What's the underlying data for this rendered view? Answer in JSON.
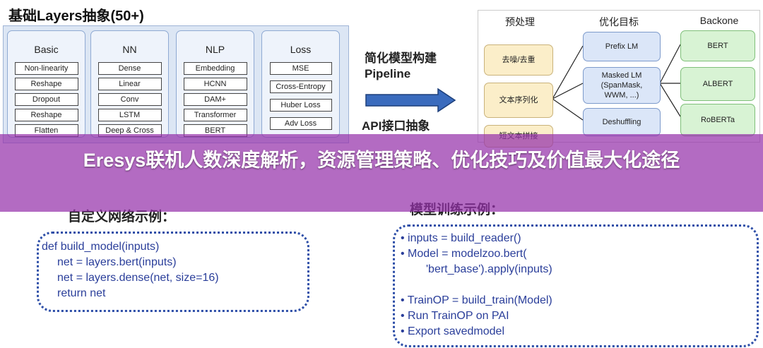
{
  "layers": {
    "title": "基础Layers抽象(50+)",
    "columns": [
      {
        "head": "Basic",
        "items": [
          "Non-linearity",
          "Reshape",
          "Dropout",
          "Reshape",
          "Flatten"
        ]
      },
      {
        "head": "NN",
        "items": [
          "Dense",
          "Linear",
          "Conv",
          "LSTM",
          "Deep & Cross"
        ]
      },
      {
        "head": "NLP",
        "items": [
          "Embedding",
          "HCNN",
          "DAM+",
          "Transformer",
          "BERT"
        ]
      },
      {
        "head": "Loss",
        "items": [
          "MSE",
          "Cross-Entropy",
          "Huber Loss",
          "Adv Loss"
        ]
      }
    ]
  },
  "middle": {
    "text1": "简化模型构建Pipeline",
    "text2": "API接口抽象"
  },
  "diagram": {
    "heads": [
      "预处理",
      "优化目标",
      "Backone"
    ],
    "pre": [
      "去噪/去重",
      "文本序列化",
      "短文本拼接"
    ],
    "opt": [
      "Prefix LM",
      "Masked LM\n(SpanMask,\nWWM, ...)",
      "Deshuffling"
    ],
    "back": [
      "BERT",
      "ALBERT",
      "RoBERTa"
    ]
  },
  "banner": {
    "title": "Eresys联机人数深度解析，资源管理策略、优化技巧及价值最大化途径"
  },
  "left_code": {
    "title": "自定义网络示例：",
    "lines": [
      "def build_model(inputs)",
      "net = layers.bert(inputs)",
      "net = layers.dense(net, size=16)",
      "return net"
    ]
  },
  "right_code": {
    "title": "模型训练示例：",
    "lines": [
      "inputs = build_reader()",
      "Model = modelzoo.bert(",
      "'bert_base').apply(inputs)",
      "",
      "TrainOP = build_train(Model)",
      "Run TrainOP on PAI",
      "Export savedmodel"
    ]
  }
}
